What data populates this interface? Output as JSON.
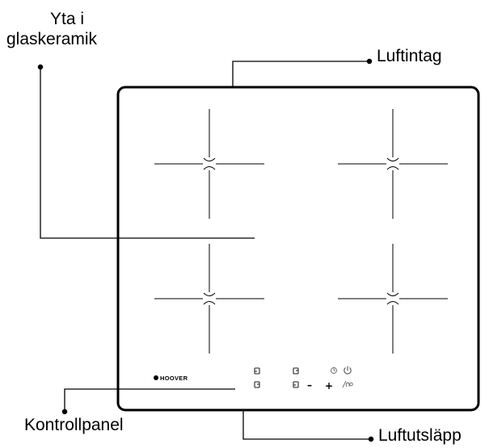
{
  "labels": {
    "surface_line1": "Yta i",
    "surface_line2": "glaskeramik",
    "air_intake": "Luftintag",
    "control_panel": "Kontrollpanel",
    "air_exhaust": "Luftutsläpp"
  },
  "panel": {
    "brand": "HOOVER",
    "minus": "–",
    "plus": "+",
    "power_icon": "power-icon",
    "timer_icon": "timer-icon",
    "lock_icon": "lock-icon",
    "zone_icons": [
      "zone-front-left-icon",
      "zone-rear-left-icon",
      "zone-rear-right-icon",
      "zone-front-right-icon"
    ]
  },
  "colors": {
    "outline": "#000000",
    "panel_icons": "#555555"
  }
}
